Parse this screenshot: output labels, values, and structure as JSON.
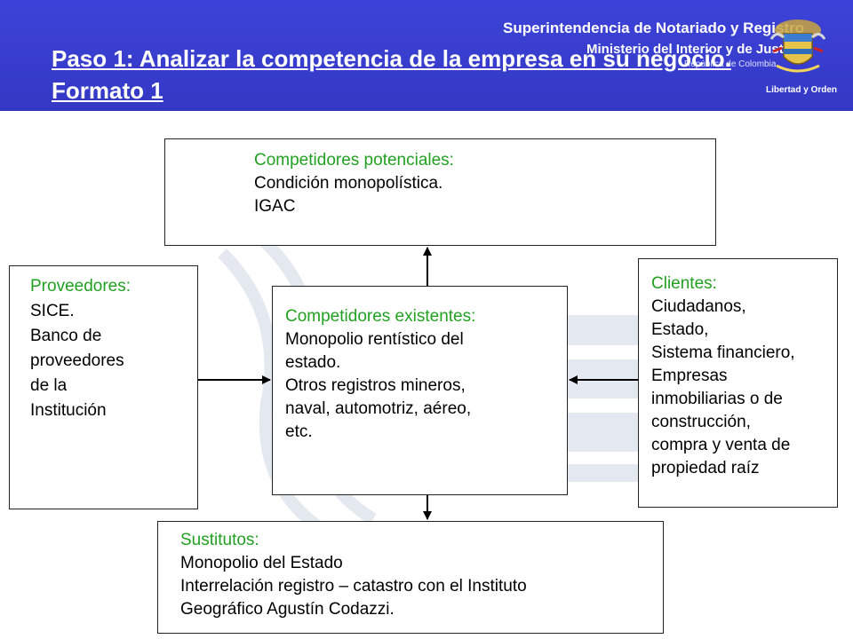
{
  "header": {
    "org_name": "Superintendencia de Notariado y Registro",
    "ministry": "Ministerio del Interior y de Justicia",
    "country": "República de Colombia",
    "motto": "Libertad y Orden",
    "title": "Paso 1: Analizar la competencia de la empresa en su negocio. Formato 1"
  },
  "diagram": {
    "potential": {
      "label": "Competidores potenciales:",
      "lines": [
        "Condición monopolística.",
        "IGAC"
      ]
    },
    "suppliers": {
      "label": "Proveedores:",
      "lines": [
        "SICE.",
        "Banco de",
        "proveedores",
        "de la",
        "Institución"
      ]
    },
    "existing": {
      "label": "Competidores existentes:",
      "lines": [
        "Monopolio rentístico del",
        "estado.",
        "Otros registros mineros,",
        "naval, automotriz, aéreo,",
        "etc."
      ]
    },
    "clients": {
      "label": "Clientes:",
      "lines": [
        "Ciudadanos,",
        "Estado,",
        "Sistema financiero,",
        "Empresas",
        "inmobiliarias o de",
        "construcción,",
        "compra y venta de",
        "propiedad raíz"
      ]
    },
    "substitutes": {
      "label": "Sustitutos:",
      "lines": [
        "Monopolio del Estado",
        "Interrelación registro – catastro con el Instituto",
        "Geográfico Agustín Codazzi."
      ]
    }
  },
  "colors": {
    "header_blue": "#3a3fd0",
    "label_green": "#22a022"
  }
}
